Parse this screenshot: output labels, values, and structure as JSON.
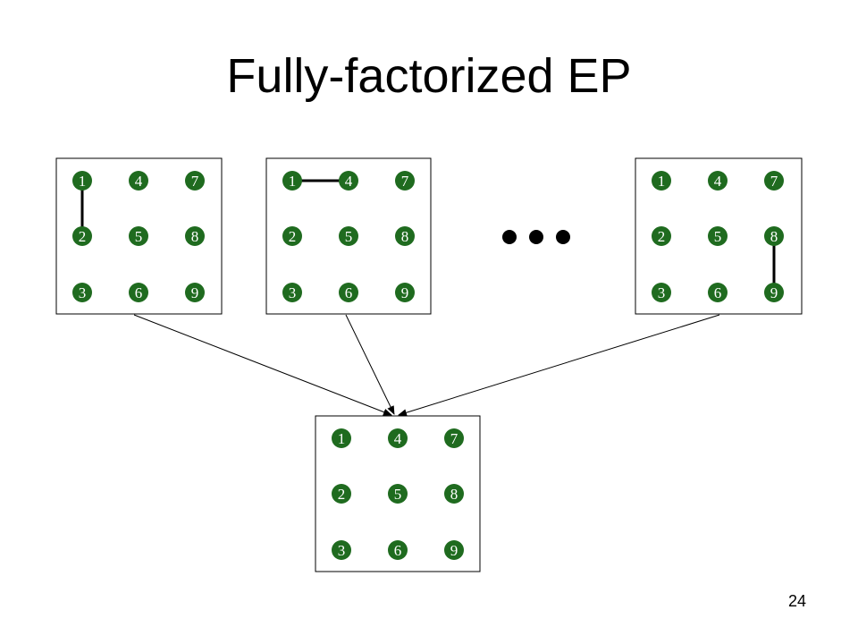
{
  "slide": {
    "title": "Fully-factorized EP",
    "page_number": "24"
  },
  "colors": {
    "node_fill": "#1f6b1f",
    "node_text": "#ffffff",
    "edge": "#000000",
    "box_border": "#000000"
  },
  "panels": [
    {
      "id": "panel-1",
      "edge": [
        "1",
        "2"
      ]
    },
    {
      "id": "panel-2",
      "edge": [
        "1",
        "4"
      ]
    },
    {
      "id": "panel-3",
      "edge": [
        "8",
        "9"
      ]
    },
    {
      "id": "panel-result",
      "edge": null
    }
  ],
  "grid_labels": [
    [
      "1",
      "4",
      "7"
    ],
    [
      "2",
      "5",
      "8"
    ],
    [
      "3",
      "6",
      "9"
    ]
  ],
  "ellipsis_dot_count": 3
}
